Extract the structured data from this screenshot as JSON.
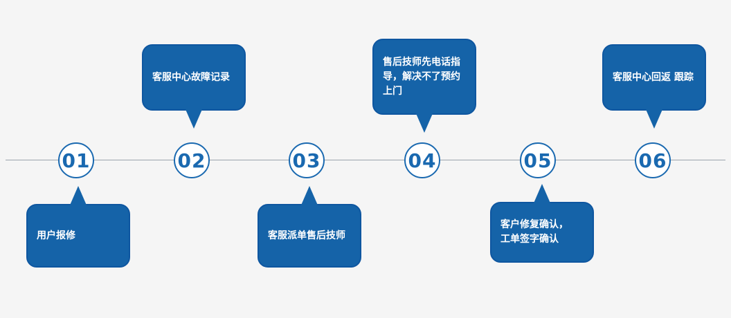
{
  "colors": {
    "page_bg": "#f5f5f5",
    "line_color": "#9aa3ab",
    "circle_border": "#1a69b0",
    "number_color": "#1a69b0",
    "bubble_fill": "#1563a8",
    "bubble_border": "#0e56a0",
    "bubble_text": "#ffffff"
  },
  "steps": [
    {
      "number": "01",
      "label": "用户报修",
      "position": "below"
    },
    {
      "number": "02",
      "label": "客服中心故障记录",
      "position": "above"
    },
    {
      "number": "03",
      "label": "客服派单售后技师",
      "position": "below"
    },
    {
      "number": "04",
      "label": "售后技师先电话指\n导，解决不了预约\n上门",
      "position": "above"
    },
    {
      "number": "05",
      "label": "客户修复确认，\n工单签字确认",
      "position": "below"
    },
    {
      "number": "06",
      "label": "客服中心回返 跟踪",
      "position": "above"
    }
  ]
}
